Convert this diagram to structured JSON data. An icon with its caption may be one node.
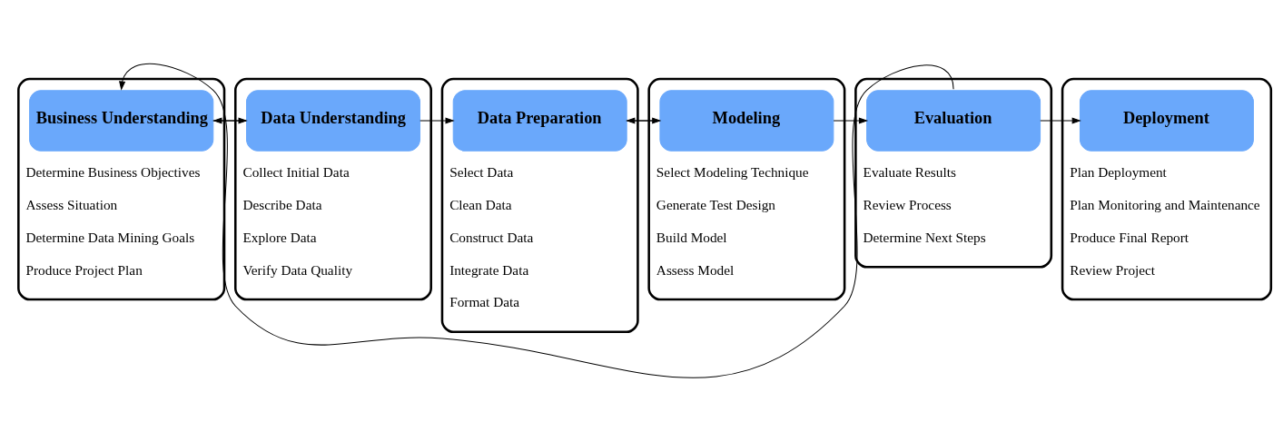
{
  "diagram": {
    "nodes": [
      {
        "text": [
          "Determine Business Objectives",
          "Assess Situation",
          "Determine Data Mining Goals",
          "Produce Project Plan"
        ]
      },
      {
        "text": [
          "Business Understanding"
        ],
        "in": 0
      },
      {
        "text": [
          "Collect Initial Data",
          "Describe Data",
          "Explore Data",
          "Verify Data Quality"
        ]
      },
      {
        "text": [
          "Data Understanding"
        ],
        "in": 2
      },
      {
        "text": [
          "Select Data",
          "Clean Data",
          "Construct Data",
          "Integrate Data",
          "Format Data"
        ]
      },
      {
        "text": [
          "Data Preparation"
        ],
        "in": 4
      },
      {
        "text": [
          "Select Modeling Technique",
          "Generate Test Design",
          "Build Model",
          "Assess Model"
        ]
      },
      {
        "text": [
          "Modeling"
        ],
        "in": 6
      },
      {
        "text": [
          "Evaluate Results",
          "Review Process",
          "Determine Next Steps"
        ]
      },
      {
        "text": [
          "Evaluation"
        ],
        "in": 8
      },
      {
        "text": [
          "Plan Deployment",
          "Plan Monitoring and Maintenance",
          "Produce Final Report",
          "Review Project"
        ]
      },
      {
        "text": [
          "Deployment"
        ],
        "in": 10
      }
    ],
    "edges": [
      {
        "from": 1,
        "to": 3,
        "arrow": "to"
      },
      {
        "from": 3,
        "to": 1,
        "arrow": "to"
      },
      {
        "from": 3,
        "to": 5,
        "arrow": "to"
      },
      {
        "from": 5,
        "to": 7,
        "arrow": "to"
      },
      {
        "from": 7,
        "to": 5,
        "arrow": "to"
      },
      {
        "from": 7,
        "to": 9,
        "arrow": "to"
      },
      {
        "from": 9,
        "to": 11,
        "arrow": "to"
      },
      {
        "from": 9,
        "to": 1,
        "arrow": "to"
      }
    ]
  }
}
